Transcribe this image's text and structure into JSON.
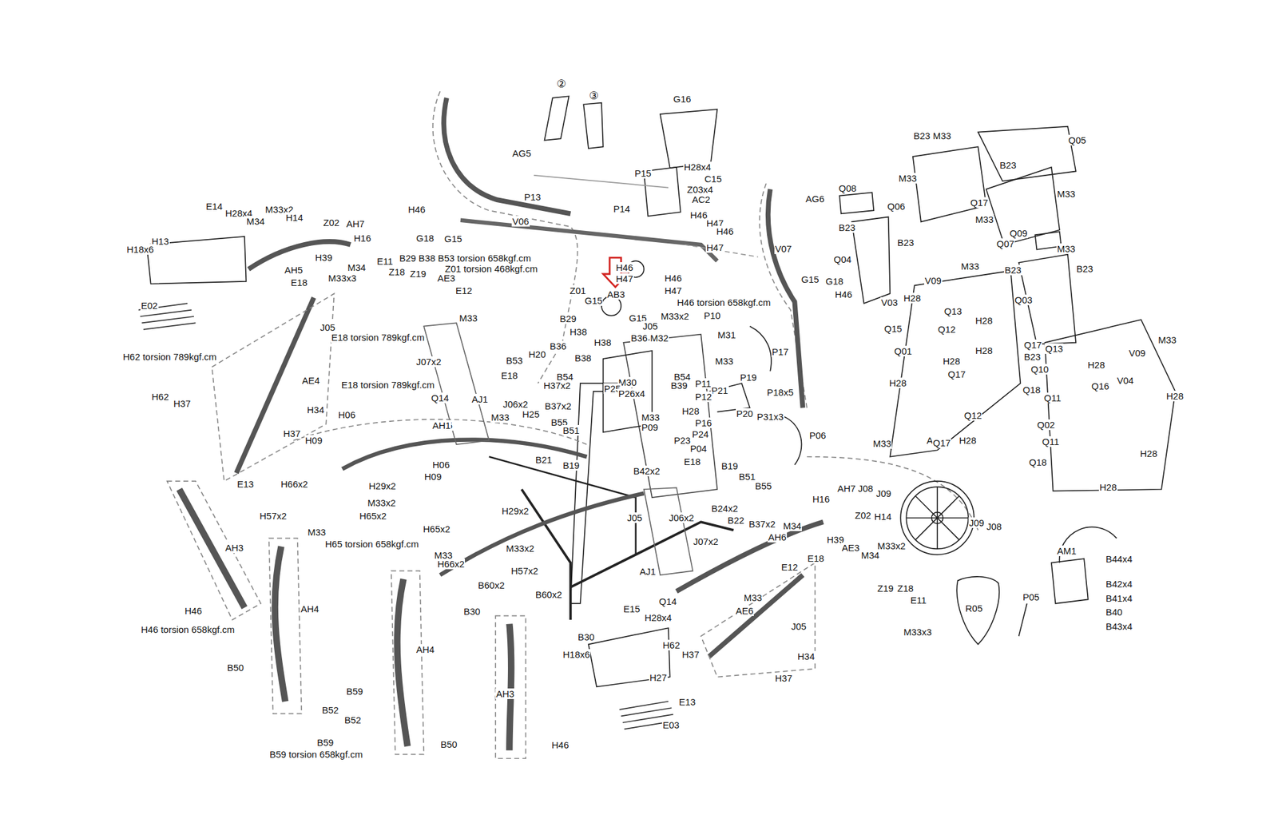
{
  "diagram": {
    "labels": [
      "②",
      "③",
      "G16",
      "AG5",
      "P13",
      "P15",
      "P14",
      "H28x4",
      "C15",
      "Z03x4",
      "AC2",
      "V06",
      "H46",
      "H46",
      "H47",
      "H46",
      "H47",
      "G18",
      "G15",
      "H46",
      "H47",
      "H46",
      "H47",
      "H46 torsion 658kgf.cm",
      "AB3",
      "Z01",
      "G15",
      "B29",
      "G15",
      "J05",
      "H38",
      "H38",
      "B36",
      "M32",
      "M33x2",
      "P10",
      "M31",
      "B36",
      "H20",
      "B38",
      "M33",
      "P17",
      "B53",
      "E18",
      "H37x2",
      "B54",
      "M30",
      "P25",
      "P26x4",
      "B54",
      "B39",
      "P11",
      "P21",
      "P19",
      "P18x5",
      "P12",
      "H28",
      "P16",
      "P20",
      "P31x3",
      "J07x2",
      "Q14",
      "AJ1",
      "J05",
      "J06x2",
      "B37x2",
      "M33",
      "H25",
      "B55",
      "B51",
      "M33",
      "P09",
      "P23",
      "P24",
      "P04",
      "P06",
      "B21",
      "B19",
      "AH1",
      "B42x2",
      "E18",
      "B19",
      "B51",
      "B55",
      "B24x2",
      "B22",
      "B37x2",
      "J06x2",
      "J05",
      "J07x2",
      "AJ1",
      "Q14",
      "E14",
      "H28x4",
      "M33x2",
      "H14",
      "M34",
      "Z02",
      "AH7",
      "H16",
      "H13",
      "H18x6",
      "H39",
      "M34",
      "AH5",
      "E18",
      "E11",
      "M33x3",
      "Z18",
      "Z19",
      "AE3",
      "B29 B38 B53 torsion 658kgf.cm",
      "Z01 torsion 468kgf.cm",
      "E12",
      "M33",
      "J05",
      "E18 torsion 789kgf.cm",
      "E02",
      "H62 torsion 789kgf.cm",
      "E18 torsion 789kgf.cm",
      "AE4",
      "H62",
      "H37",
      "H34",
      "H37",
      "H06",
      "H09",
      "E13",
      "H66x2",
      "H29x2",
      "M33x2",
      "H65x2",
      "H57x2",
      "M33",
      "H65 torsion 658kgf.cm",
      "AH3",
      "H06",
      "H09",
      "H29x2",
      "H65x2",
      "M33x2",
      "M33",
      "H66x2",
      "H57x2",
      "B60x2",
      "B30",
      "AH4",
      "H46",
      "H46 torsion 658kgf.cm",
      "AH4",
      "B60x2",
      "B30",
      "H18x6",
      "E15",
      "H28x4",
      "H62",
      "H37",
      "H27",
      "E13",
      "E03",
      "AH3",
      "H46",
      "B50",
      "B59",
      "B52",
      "B52",
      "B59",
      "B59 torsion 658kgf.cm",
      "B50",
      "AH7",
      "J08",
      "J09",
      "H16",
      "M34",
      "Z02",
      "H14",
      "H39",
      "AH6",
      "M33x2",
      "AE3",
      "M34",
      "E12",
      "E18",
      "M33",
      "AE6",
      "Z19",
      "Z18",
      "E11",
      "J05",
      "M33x3",
      "H34",
      "H37",
      "AR1",
      "J09",
      "J08",
      "R05",
      "P05",
      "AM1",
      "B44x4",
      "B42x4",
      "B41x4",
      "B40",
      "B43x4",
      "B23",
      "M33",
      "Q05",
      "B23",
      "Q08",
      "M33",
      "Q06",
      "Q17",
      "M33",
      "M33",
      "Q07",
      "Q09",
      "M33",
      "AG6",
      "B23",
      "B23",
      "Q04",
      "B23",
      "B23",
      "V07",
      "G15",
      "G18",
      "H46",
      "V09",
      "M33",
      "V03",
      "H28",
      "Q13",
      "Q15",
      "Q12",
      "Q03",
      "Q01",
      "H28",
      "Q17",
      "H28",
      "H28",
      "Q17",
      "B23",
      "Q13",
      "M33",
      "V09",
      "Q10",
      "H28",
      "V04",
      "Q16",
      "Q18",
      "Q11",
      "H28",
      "H28",
      "Q12",
      "H28",
      "M33",
      "Q17",
      "Q02",
      "Q11",
      "Q18",
      "H28",
      "H28"
    ]
  }
}
